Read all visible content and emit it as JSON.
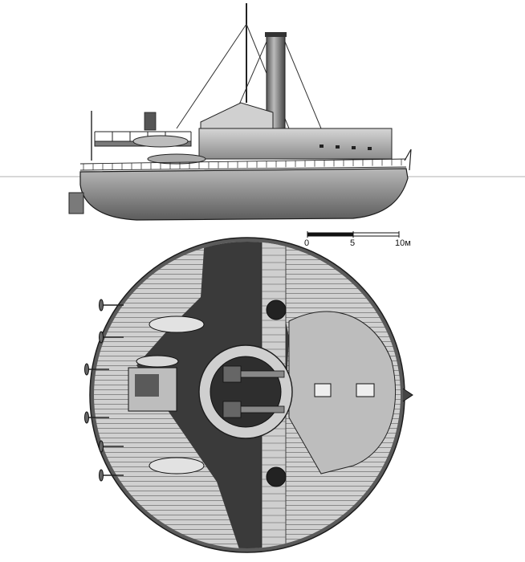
{
  "scale_bar": {
    "ticks": [
      "0",
      "5",
      "10м"
    ]
  },
  "colors": {
    "ink": "#1c1c1c",
    "hull": "#8e8e8e",
    "deck": "#c9c9c9",
    "dark": "#3a3a3a",
    "mid": "#6e6e6e"
  }
}
